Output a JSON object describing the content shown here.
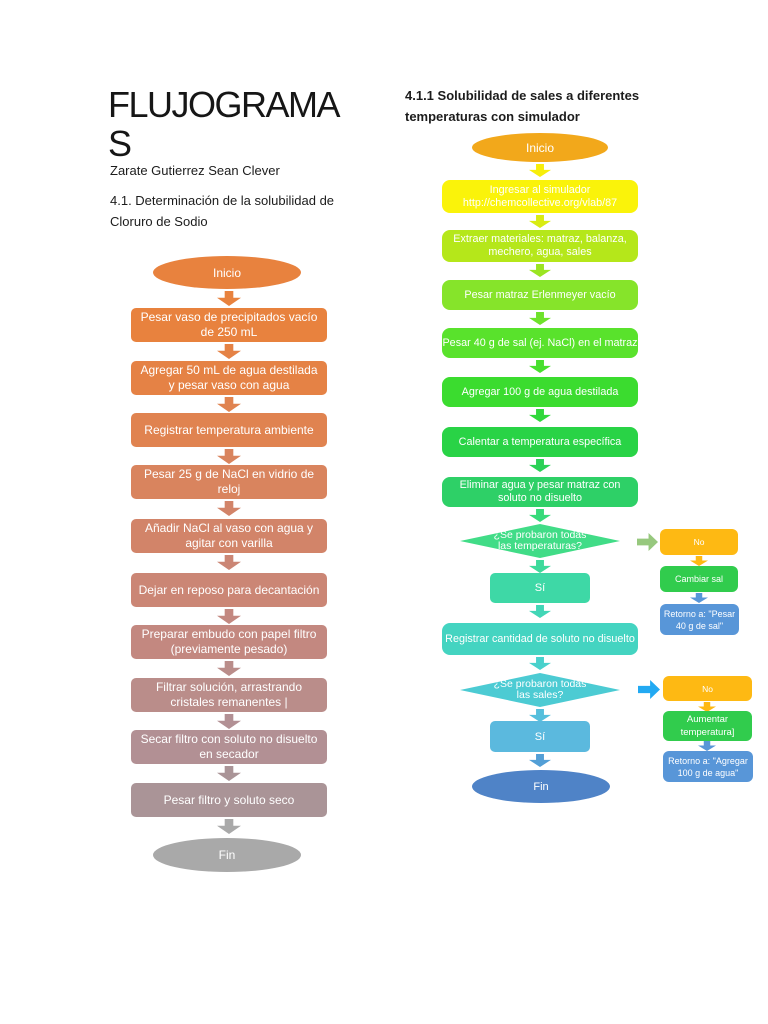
{
  "header": {
    "title_line1": "FLUJOGRAMA",
    "title_line2": "S",
    "author": "Zarate Gutierrez Sean Clever",
    "left_section": "4.1. Determinación de la solubilidad de Cloruro de Sodio",
    "right_section": "4.1.1 Solubilidad de sales a diferentes temperaturas con simulador"
  },
  "left_chart": {
    "start": {
      "label": "Inicio",
      "color": "#E8823E"
    },
    "steps": [
      {
        "label": "Pesar vaso de precipitados vacío de 250 mL",
        "color": "#E8823E"
      },
      {
        "label": "Agregar 50 mL de agua destilada y pesar vaso con agua",
        "color": "#E58245"
      },
      {
        "label": "Registrar temperatura ambiente",
        "color": "#E08350"
      },
      {
        "label": "Pesar 25 g de NaCl en vidrio de reloj",
        "color": "#D9845E"
      },
      {
        "label": "Añadir NaCl al vaso con agua y agitar con varilla",
        "color": "#D28469"
      },
      {
        "label": "Dejar en reposo para decantación",
        "color": "#CB8675"
      },
      {
        "label": "Preparar embudo con papel filtro (previamente pesado)",
        "color": "#C38880"
      },
      {
        "label": "Filtrar solución, arrastrando cristales remanentes   |",
        "color": "#BA8D8A"
      },
      {
        "label": "Secar filtro con soluto no disuelto en secador",
        "color": "#B29094"
      },
      {
        "label": "Pesar filtro y soluto seco",
        "color": "#AA9497"
      }
    ],
    "arrows": [
      "#E8823E",
      "#E58245",
      "#E08350",
      "#D9845E",
      "#D28469",
      "#CB8675",
      "#C38880",
      "#BA8D8A",
      "#B29094",
      "#AA9497",
      "#A9A9A9"
    ],
    "end": {
      "label": "Fin",
      "color": "#A9A9A9"
    }
  },
  "right_chart": {
    "start": {
      "label": "Inicio",
      "color": "#F2A81B"
    },
    "steps": [
      {
        "label": "Ingresar al simulador http://chemcollective.org/vlab/87",
        "color": "#FAF30A"
      },
      {
        "label": "Extraer materiales: matraz, balanza, mechero, agua, sales",
        "color": "#B5E71A"
      },
      {
        "label": "Pesar matraz Erlenmeyer vacío",
        "color": "#86E42A"
      },
      {
        "label": "Pesar 40 g de sal (ej. NaCl) en el matraz",
        "color": "#59E22C"
      },
      {
        "label": "Agregar 100 g de agua destilada",
        "color": "#3BDC2F"
      },
      {
        "label": "Calentar a temperatura específica",
        "color": "#29D346"
      },
      {
        "label": "Eliminar agua y pesar matraz con soluto no disuelto",
        "color": "#2ED067"
      }
    ],
    "decision1": {
      "label": "¿Se probaron todas las temperaturas?",
      "color": "#41DC87"
    },
    "yes1": {
      "label": "Sí",
      "color": "#3ED8A6"
    },
    "register": {
      "label": "Registrar cantidad de soluto no disuelto",
      "color": "#44D4C1"
    },
    "decision2": {
      "label": "¿Se probaron todas las sales?",
      "color": "#4CCBD3"
    },
    "yes2": {
      "label": "Sí",
      "color": "#5BB9DE"
    },
    "end": {
      "label": "Fin",
      "color": "#4F83C7"
    },
    "arrows": [
      "#F7EE0B",
      "#D9EC12",
      "#9BE522",
      "#6FE22B",
      "#48DF2E",
      "#31D83C",
      "#2BD156",
      "#37DA7A",
      "#3DDA9B",
      "#42D6B6",
      "#49D1CC",
      "#55BFDC",
      "#539FD6"
    ],
    "branch1": {
      "connector_color": "#97C87E",
      "no": {
        "label": "No",
        "color": "#FEB913"
      },
      "arrow1": "#FEB913",
      "action": {
        "label": "Cambiar sal",
        "color": "#31CC4D"
      },
      "arrow2": "#5896D8",
      "return": {
        "label": "Retorno a: \"Pesar 40 g de sal\"",
        "color": "#5896D8"
      }
    },
    "branch2": {
      "connector_color": "#22A9F2",
      "no": {
        "label": "No",
        "color": "#FEB913"
      },
      "arrow1": "#FEB913",
      "action": {
        "label": "Aumentar temperatura]",
        "color": "#31CC4D"
      },
      "arrow2": "#5896D8",
      "return": {
        "label": "Retorno a: \"Agregar 100 g de agua\"",
        "color": "#5896D8"
      }
    }
  }
}
